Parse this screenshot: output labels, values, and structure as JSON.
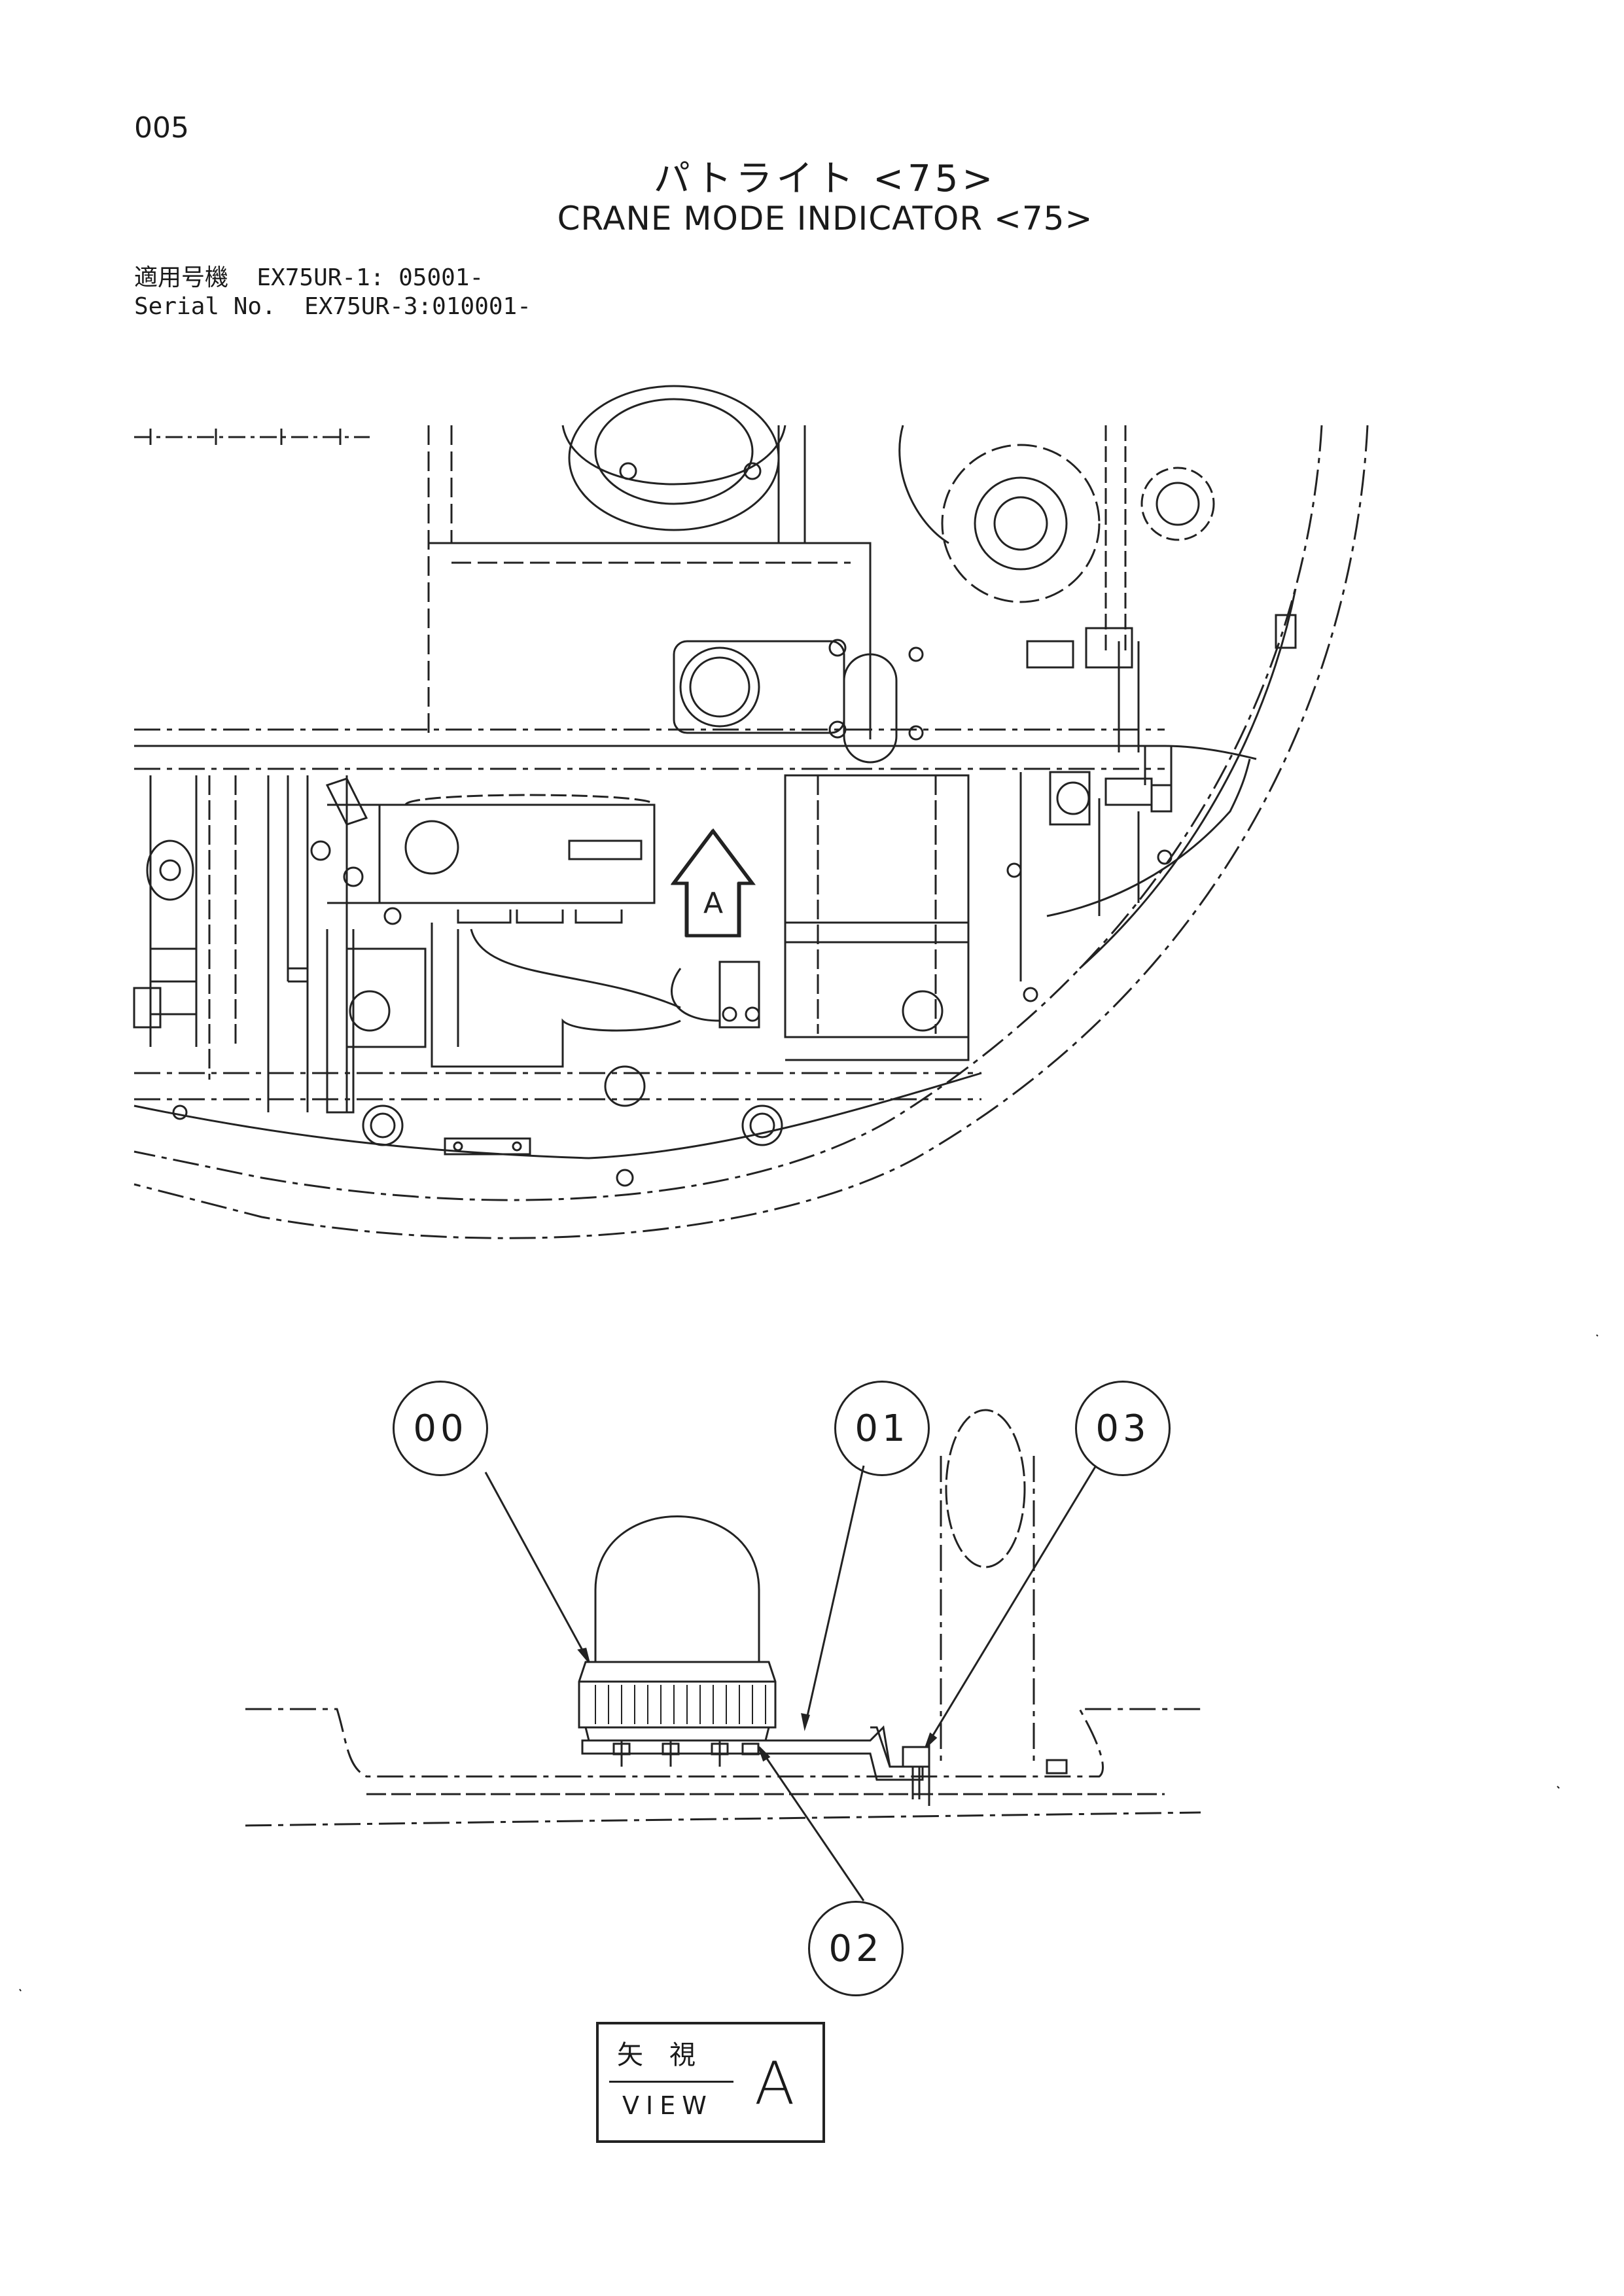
{
  "page_number": "005",
  "title_jp": "パトライト <75>",
  "title_en": "CRANE MODE INDICATOR <75>",
  "serial": {
    "label_jp": "適用号機",
    "label_en": "Serial No.",
    "line1_value": "EX75UR-1: 05001-",
    "line2_value": "EX75UR-3:010001-"
  },
  "arrow_label": "A",
  "callouts": [
    "00",
    "01",
    "02",
    "03"
  ],
  "view_label": {
    "jp": "矢視",
    "en": "VIEW",
    "letter": "A"
  }
}
